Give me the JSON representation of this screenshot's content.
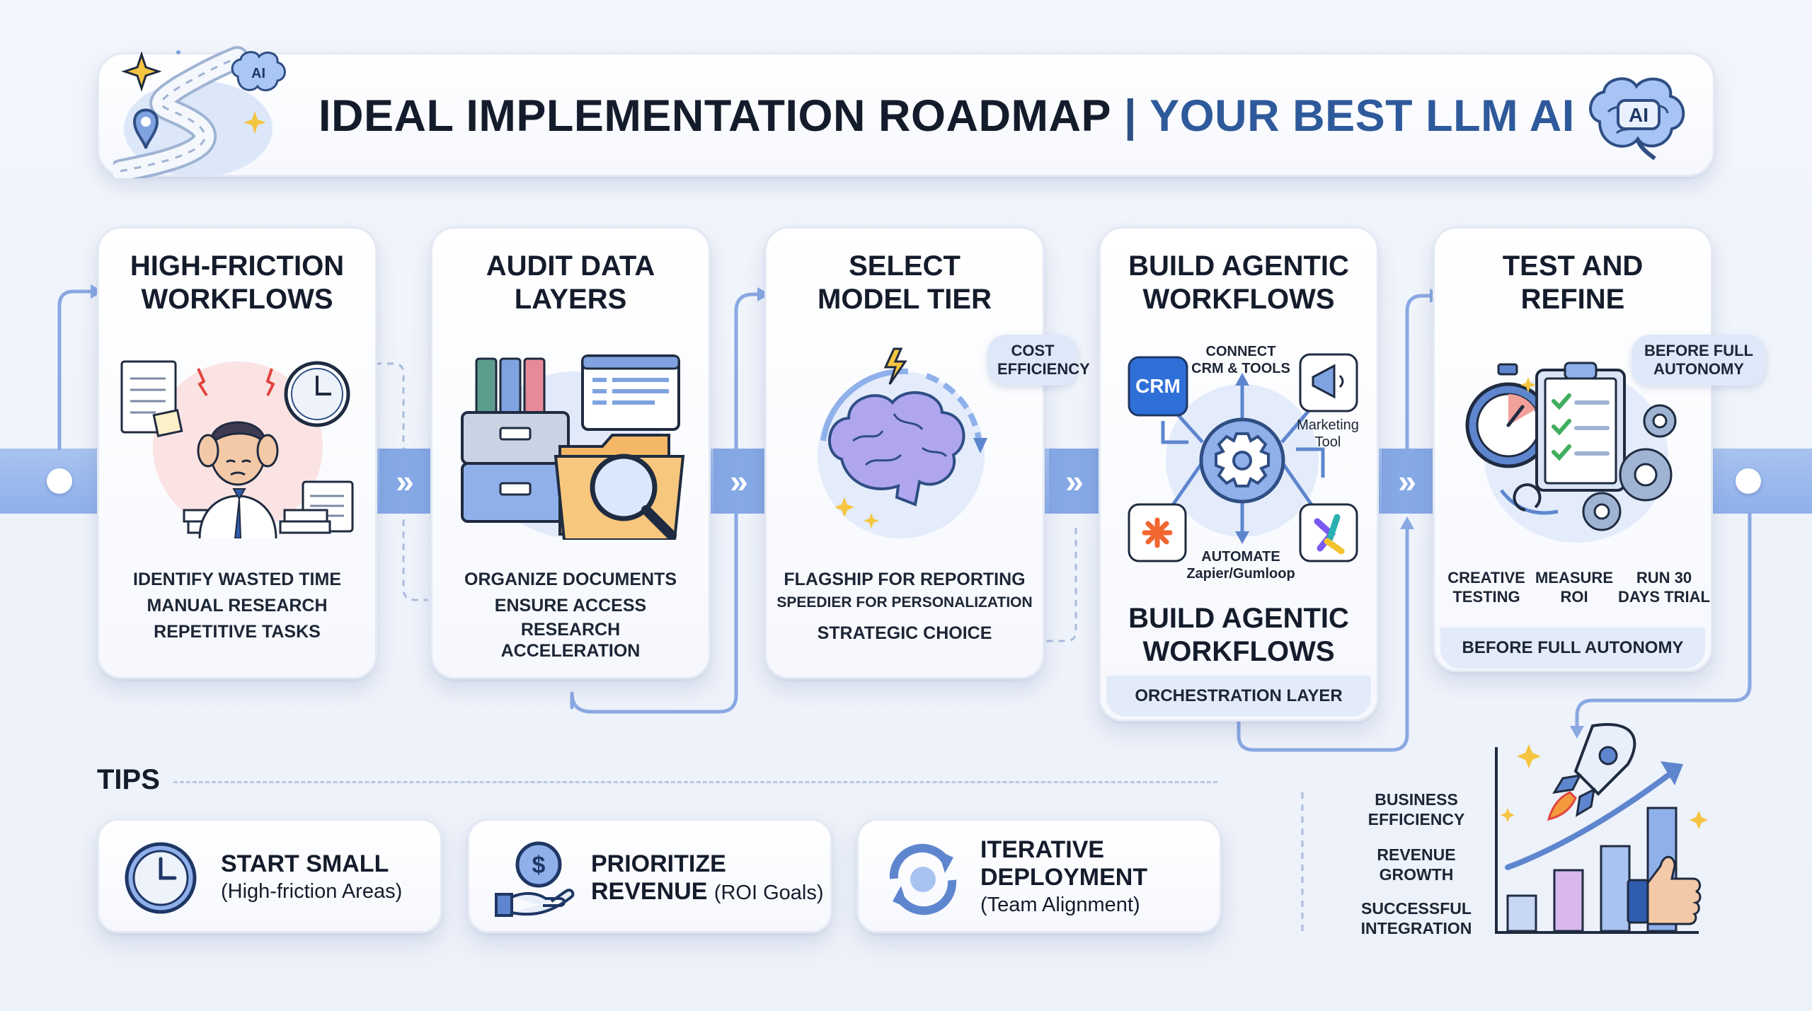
{
  "header": {
    "title_main": "IDEAL IMPLEMENTATION ROADMAP",
    "separator": "|",
    "title_accent": "YOUR BEST LLM AI",
    "brain_badge": "AI"
  },
  "steps": [
    {
      "title_line1": "HIGH-FRICTION",
      "title_line2": "WORKFLOWS",
      "lines": [
        "IDENTIFY WASTED TIME",
        "MANUAL RESEARCH",
        "REPETITIVE TASKS"
      ]
    },
    {
      "title_line1": "AUDIT DATA",
      "title_line2": "LAYERS",
      "lines": [
        "ORGANIZE DOCUMENTS",
        "ENSURE ACCESS",
        "RESEARCH",
        "ACCELERATION"
      ]
    },
    {
      "title_line1": "SELECT",
      "title_line2": "MODEL TIER",
      "pill_line1": "COST",
      "pill_line2": "EFFICIENCY",
      "line1": "FLAGSHIP FOR REPORTING",
      "line2": "SPEEDIER FOR PERSONALIZATION",
      "line3": "STRATEGIC CHOICE"
    },
    {
      "title_line1": "BUILD AGENTIC",
      "title_line2": "WORKFLOWS",
      "crm_badge": "CRM",
      "connect_line1": "CONNECT",
      "connect_line2": "CRM & TOOLS",
      "marketing_line1": "Marketing",
      "marketing_line2": "Tool",
      "automate_line1": "AUTOMATE",
      "automate_line2": "Zapier/Gumloop",
      "subtitle_line1": "BUILD AGENTIC",
      "subtitle_line2": "WORKFLOWS",
      "footer": "ORCHESTRATION LAYER"
    },
    {
      "title_line1": "TEST AND",
      "title_line2": "REFINE",
      "pill_line1": "BEFORE FULL",
      "pill_line2": "AUTONOMY",
      "col1_line1": "CREATIVE",
      "col1_line2": "TESTING",
      "col2_line1": "MEASURE",
      "col2_line2": "ROI",
      "col3_line1": "RUN 30",
      "col3_line2": "DAYS TRIAL",
      "footer": "BEFORE FULL AUTONOMY"
    }
  ],
  "tips": {
    "label": "TIPS",
    "items": [
      {
        "line1": "START SMALL",
        "line2": "(High-friction Areas)"
      },
      {
        "line1": "PRIORITIZE",
        "line2_bold": "REVENUE",
        "line2_rest": "(ROI Goals)"
      },
      {
        "line1": "ITERATIVE",
        "line2": "DEPLOYMENT",
        "line3": "(Team Alignment)"
      }
    ]
  },
  "outcomes": [
    {
      "line1": "BUSINESS",
      "line2": "EFFICIENCY"
    },
    {
      "line1": "REVENUE",
      "line2": "GROWTH"
    },
    {
      "line1": "SUCCESSFUL",
      "line2": "INTEGRATION"
    }
  ],
  "colors": {
    "band": "#8fb0ea",
    "title_dark": "#141c2c",
    "title_accent": "#2e5a9b",
    "footer_bg": "#e3ebfa",
    "connector": "#8aa8e2"
  },
  "icons": [
    "roadmap-road-icon",
    "brain-ai-icon",
    "stressed-person-icon",
    "clock-icon",
    "filing-cabinet-icon",
    "magnifier-folder-icon",
    "brain-icon",
    "gear-hub-icon",
    "megaphone-icon",
    "zapier-icon",
    "gumloop-icon",
    "stopwatch-icon",
    "checklist-icon",
    "gears-icon",
    "dollar-hand-icon",
    "refresh-cycle-icon",
    "rocket-icon",
    "bar-chart-icon",
    "thumbs-up-icon"
  ]
}
